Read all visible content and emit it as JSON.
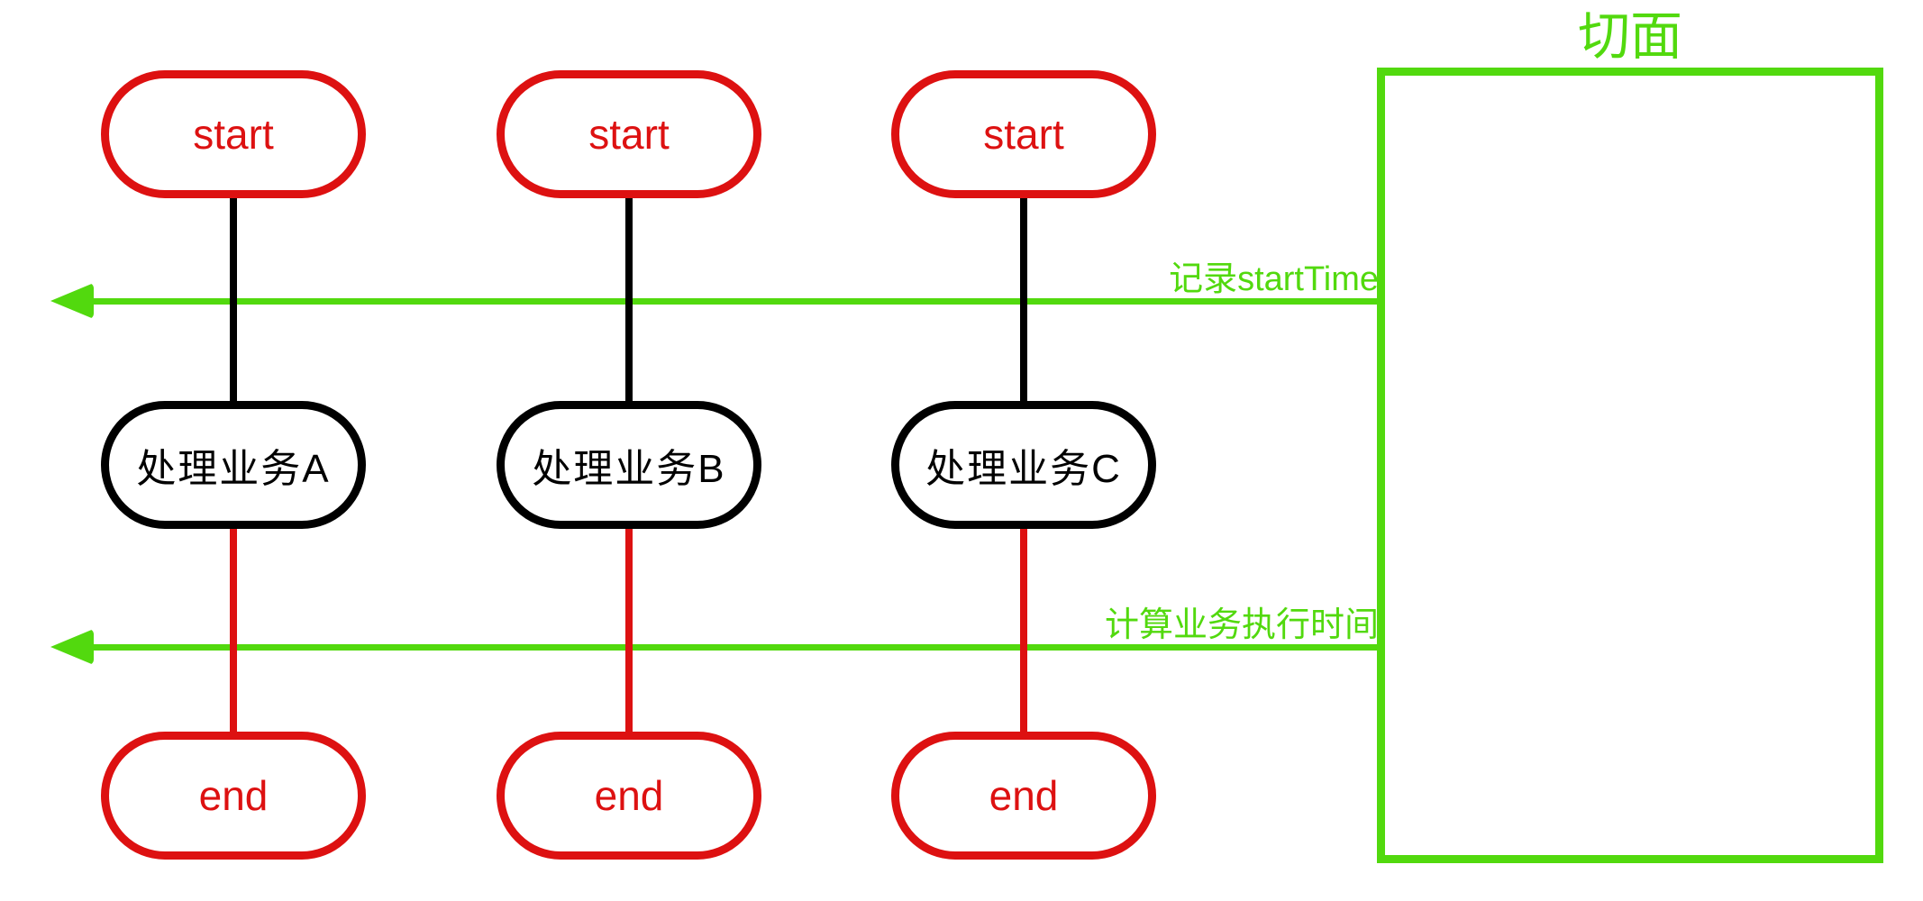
{
  "colors": {
    "terminal_red": "#dd1111",
    "aspect_green": "#52d90e",
    "connector_black": "#000000",
    "background": "#ffffff"
  },
  "diagram": {
    "aspect_box": {
      "title": "切面"
    },
    "annotations": [
      {
        "label": "记录startTime"
      },
      {
        "label": "计算业务执行时间"
      }
    ],
    "lanes": [
      {
        "start_label": "start",
        "process_label": "处理业务A",
        "end_label": "end"
      },
      {
        "start_label": "start",
        "process_label": "处理业务B",
        "end_label": "end"
      },
      {
        "start_label": "start",
        "process_label": "处理业务C",
        "end_label": "end"
      }
    ]
  }
}
